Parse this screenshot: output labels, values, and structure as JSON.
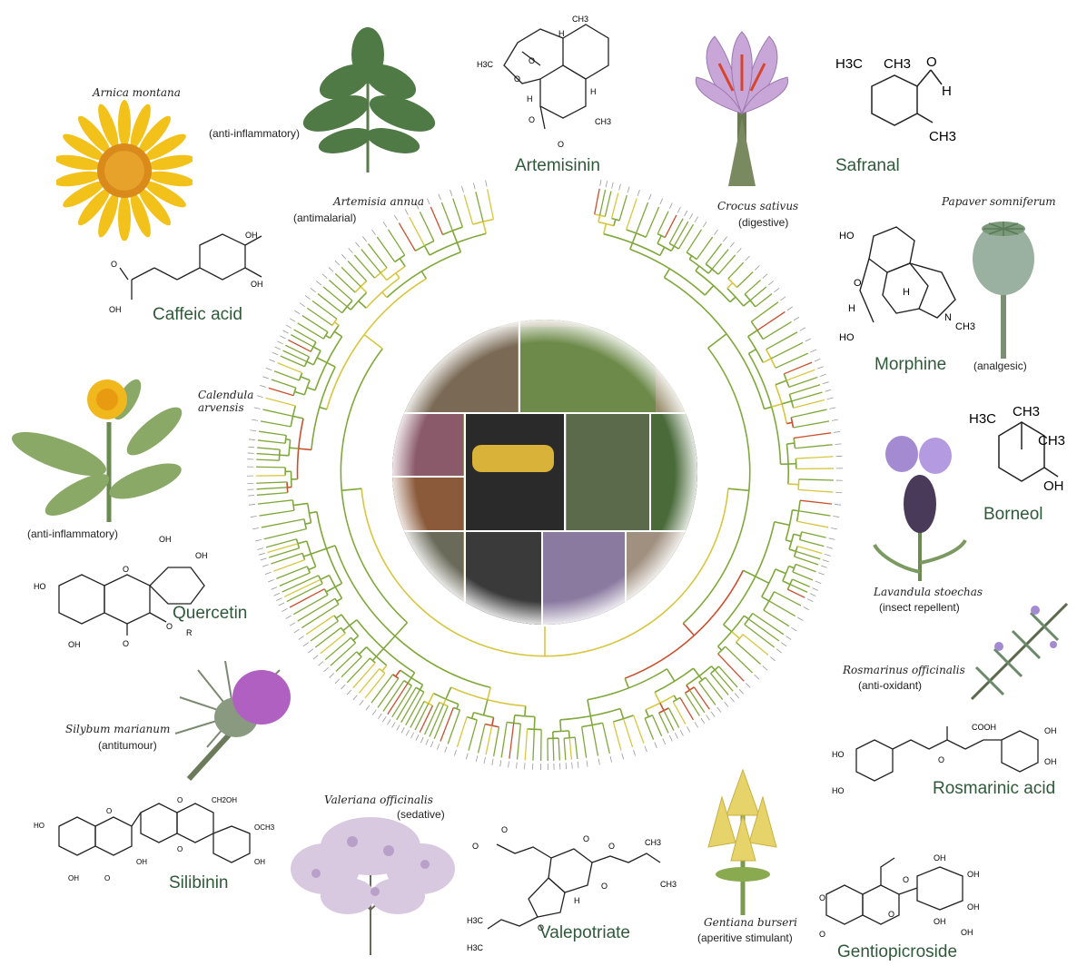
{
  "colors": {
    "compound_label": "#2f5a3a",
    "tree_green": "#7fa83a",
    "tree_yellow": "#d8c640",
    "tree_red": "#c9502e",
    "photo_disc": "#6b5f4a"
  },
  "plants": [
    {
      "id": "arnica",
      "name": "Arnica montana",
      "use": "(anti-inflammatory)",
      "compound": "Caffeic acid",
      "icon": "yellow-daisy-flower-icon"
    },
    {
      "id": "artemisia",
      "name": "Artemisia annua",
      "use": "(antimalarial)",
      "compound": "Artemisinin",
      "icon": "fern-like-leaf-icon"
    },
    {
      "id": "crocus",
      "name": "Crocus sativus",
      "use": "(digestive)",
      "compound": "Safranal",
      "icon": "purple-crocus-flower-icon"
    },
    {
      "id": "papaver",
      "name": "Papaver somniferum",
      "use": "(analgesic)",
      "compound": "Morphine",
      "icon": "poppy-capsule-icon"
    },
    {
      "id": "calendula",
      "name": "Calendula arvensis",
      "use": "(anti-inflammatory)",
      "compound": "Quercetin",
      "icon": "calendula-flower-icon"
    },
    {
      "id": "lavandula",
      "name": "Lavandula stoechas",
      "use": "(insect repellent)",
      "compound": "Borneol",
      "icon": "lavender-flower-icon"
    },
    {
      "id": "rosmarinus",
      "name": "Rosmarinus officinalis",
      "use": "(anti-oxidant)",
      "compound": "Rosmarinic acid",
      "icon": "rosemary-sprig-icon"
    },
    {
      "id": "silybum",
      "name": "Silybum marianum",
      "use": "(antitumour)",
      "compound": "Silibinin",
      "icon": "thistle-flower-icon"
    },
    {
      "id": "valeriana",
      "name": "Valeriana officinalis",
      "use": "(sedative)",
      "compound": "Valepotriate",
      "icon": "valerian-flower-cluster-icon"
    },
    {
      "id": "gentiana",
      "name": "Gentiana burseri",
      "use": "(aperitive stimulant)",
      "compound": "Gentiopicroside",
      "icon": "gentian-flower-icon"
    }
  ],
  "chem_labels": {
    "caffeic": [
      "OH",
      "OH",
      "O",
      "OH"
    ],
    "artemisinin": [
      "CH3",
      "H3C",
      "H",
      "O",
      "O",
      "H",
      "H",
      "CH3",
      "O",
      "O"
    ],
    "safranal": [
      "H3C",
      "CH3",
      "O",
      "H",
      "CH3"
    ],
    "morphine": [
      "HO",
      "O",
      "H",
      "H",
      "N",
      "CH3",
      "HO"
    ],
    "borneol": [
      "H3C",
      "CH3",
      "CH3",
      "OH"
    ],
    "quercetin": [
      "OH",
      "OH",
      "HO",
      "O",
      "OH",
      "O",
      "O",
      "R"
    ],
    "rosmarinic": [
      "O",
      "COOH",
      "OH",
      "HO",
      "OH",
      "HO"
    ],
    "silibinin": [
      "HO",
      "O",
      "O",
      "O",
      "CH2OH",
      "OCH3",
      "OH",
      "OH",
      "OH",
      "O"
    ],
    "valepotriate": [
      "O",
      "O",
      "O",
      "O",
      "H",
      "CH3",
      "CH3",
      "O",
      "H3C",
      "H3C",
      "O"
    ],
    "gentiopicroside": [
      "OH",
      "OH",
      "O",
      "O",
      "OH",
      "O",
      "O",
      "OH",
      "OH"
    ]
  },
  "center": {
    "icon": "ethnobotany-photo-collage-icon"
  }
}
